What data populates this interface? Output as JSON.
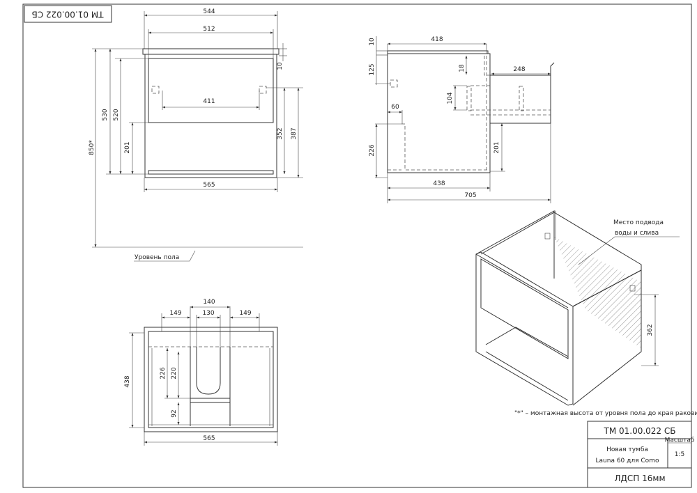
{
  "drawing": {
    "code": "ТМ 01.00.022 СБ",
    "code_rotated": "ТМ 01.00.022 СБ",
    "title_line1": "Новая тумба",
    "title_line2": "Launa 60 для Como",
    "scale_label": "Масштаб",
    "scale": "1:5",
    "material": "ЛДСП 16мм",
    "note": "\"*\" – монтажная высота от уровня пола до края раковины",
    "floor_label": "Уровень пола",
    "callout_line1": "Место подвода",
    "callout_line2": "воды и слива"
  },
  "front_view": {
    "d544": "544",
    "d512": "512",
    "d411": "411",
    "d565": "565",
    "d850": "850*",
    "d530": "530",
    "d520": "520",
    "d201": "201",
    "d10": "10",
    "d352": "352",
    "d387": "387"
  },
  "side_view": {
    "d10": "10",
    "d418": "418",
    "d125": "125",
    "d18": "18",
    "d248": "248",
    "d104": "104",
    "d60": "60",
    "d226": "226",
    "d201": "201",
    "d438": "438",
    "d705": "705"
  },
  "top_view": {
    "d149a": "149",
    "d140": "140",
    "d130": "130",
    "d149b": "149",
    "d438": "438",
    "d226": "226",
    "d220": "220",
    "d92": "92",
    "d565": "565"
  },
  "iso_view": {
    "d362": "362"
  }
}
